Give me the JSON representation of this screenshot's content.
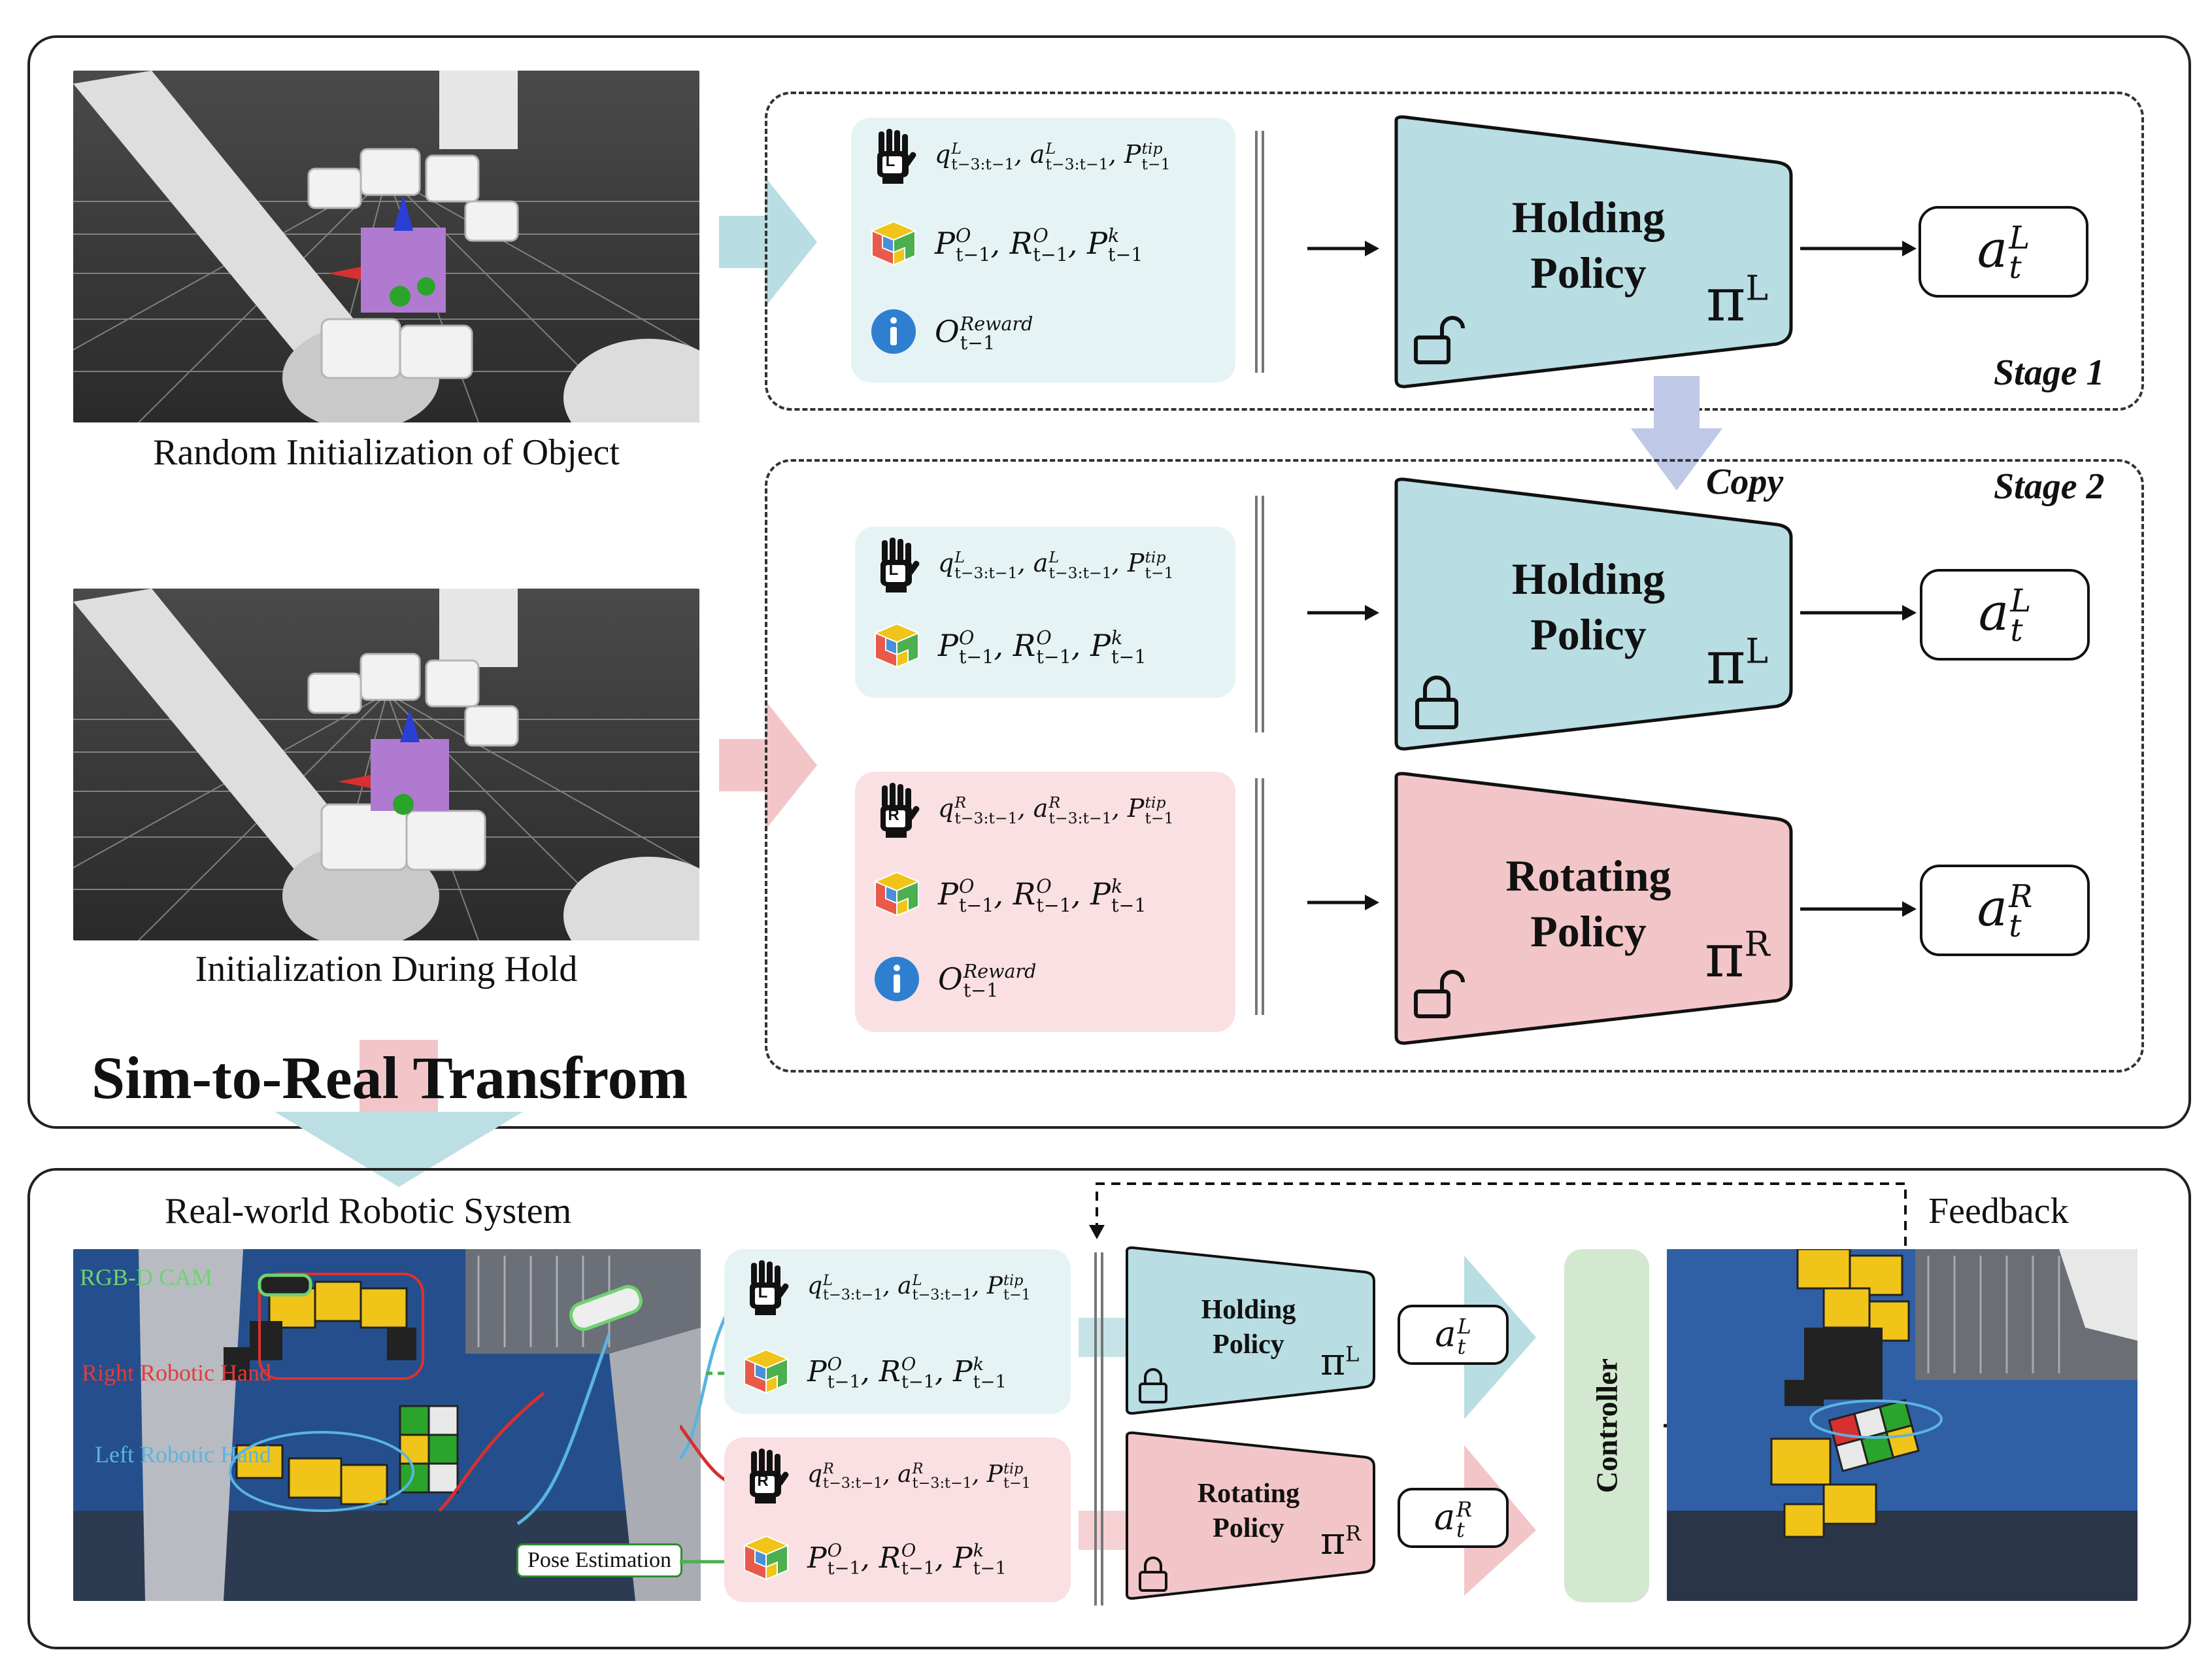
{
  "colors": {
    "teal": "#b8dde2",
    "teal_light": "#e6f3f4",
    "pink": "#f2c6c9",
    "pink_light": "#fae0e2",
    "lavender": "#bfc8e6",
    "controller_green": "#d3e9cf",
    "cube_purple": "#b07ad0"
  },
  "sim": {
    "caption_top": "Random Initialization of Object",
    "caption_bottom": "Initialization During Hold"
  },
  "sim_to_real_title": "Sim-to-Real Transfrom",
  "stage1": {
    "label": "Stage 1",
    "obs": {
      "hand_badge": "L",
      "row1": "q_{t-3:t-1}^{L}, a_{t-3:t-1}^{L}, P_{t-1}^{tip}",
      "row2": "P_{t-1}^{O}, R_{t-1}^{O}, P_{t-1}^{k}",
      "row3": "O_{t-1}^{Reward}"
    },
    "policy": {
      "title": "Holding\nPolicy",
      "pi": "π",
      "pi_sup": "L",
      "lock": "unlocked"
    },
    "action": {
      "base": "a",
      "sub": "t",
      "sup": "L"
    }
  },
  "copy_label": "Copy",
  "stage2": {
    "label": "Stage 2",
    "holding": {
      "obs": {
        "hand_badge": "L",
        "row1": "q_{t-3:t-1}^{L}, a_{t-3:t-1}^{L}, P_{t-1}^{tip}",
        "row2": "P_{t-1}^{O}, R_{t-1}^{O}, P_{t-1}^{k}"
      },
      "policy": {
        "title": "Holding\nPolicy",
        "pi": "π",
        "pi_sup": "L",
        "lock": "locked"
      },
      "action": {
        "base": "a",
        "sub": "t",
        "sup": "L"
      }
    },
    "rotating": {
      "obs": {
        "hand_badge": "R",
        "row1": "q_{t-3:t-1}^{R}, a_{t-3:t-1}^{R}, P_{t-1}^{tip}",
        "row2": "P_{t-1}^{O}, R_{t-1}^{O}, P_{t-1}^{k}",
        "row3": "O_{t-1}^{Reward}"
      },
      "policy": {
        "title": "Rotating\nPolicy",
        "pi": "π",
        "pi_sup": "R",
        "lock": "unlocked"
      },
      "action": {
        "base": "a",
        "sub": "t",
        "sup": "R"
      }
    }
  },
  "real": {
    "title": "Real-world Robotic System",
    "feedback": "Feedback",
    "labels": {
      "cam": "RGB-D CAM",
      "right_hand": "Right Robotic Hand",
      "left_hand": "Left Robotic Hand",
      "pose": "Pose Estimation"
    },
    "holding": {
      "obs": {
        "hand_badge": "L",
        "row1": "q_{t-3:t-1}^{L}, a_{t-3:t-1}^{L}, P_{t-1}^{tip}",
        "row2": "P_{t-1}^{O}, R_{t-1}^{O}, P_{t-1}^{k}"
      },
      "policy": {
        "title": "Holding\nPolicy",
        "pi": "π",
        "pi_sup": "L",
        "lock": "locked"
      },
      "action": {
        "base": "a",
        "sub": "t",
        "sup": "L"
      }
    },
    "rotating": {
      "obs": {
        "hand_badge": "R",
        "row1": "q_{t-3:t-1}^{R}, a_{t-3:t-1}^{R}, P_{t-1}^{tip}",
        "row2": "P_{t-1}^{O}, R_{t-1}^{O}, P_{t-1}^{k}"
      },
      "policy": {
        "title": "Rotating\nPolicy",
        "pi": "π",
        "pi_sup": "R",
        "lock": "locked"
      },
      "action": {
        "base": "a",
        "sub": "t",
        "sup": "R"
      }
    },
    "controller": "Controller"
  }
}
